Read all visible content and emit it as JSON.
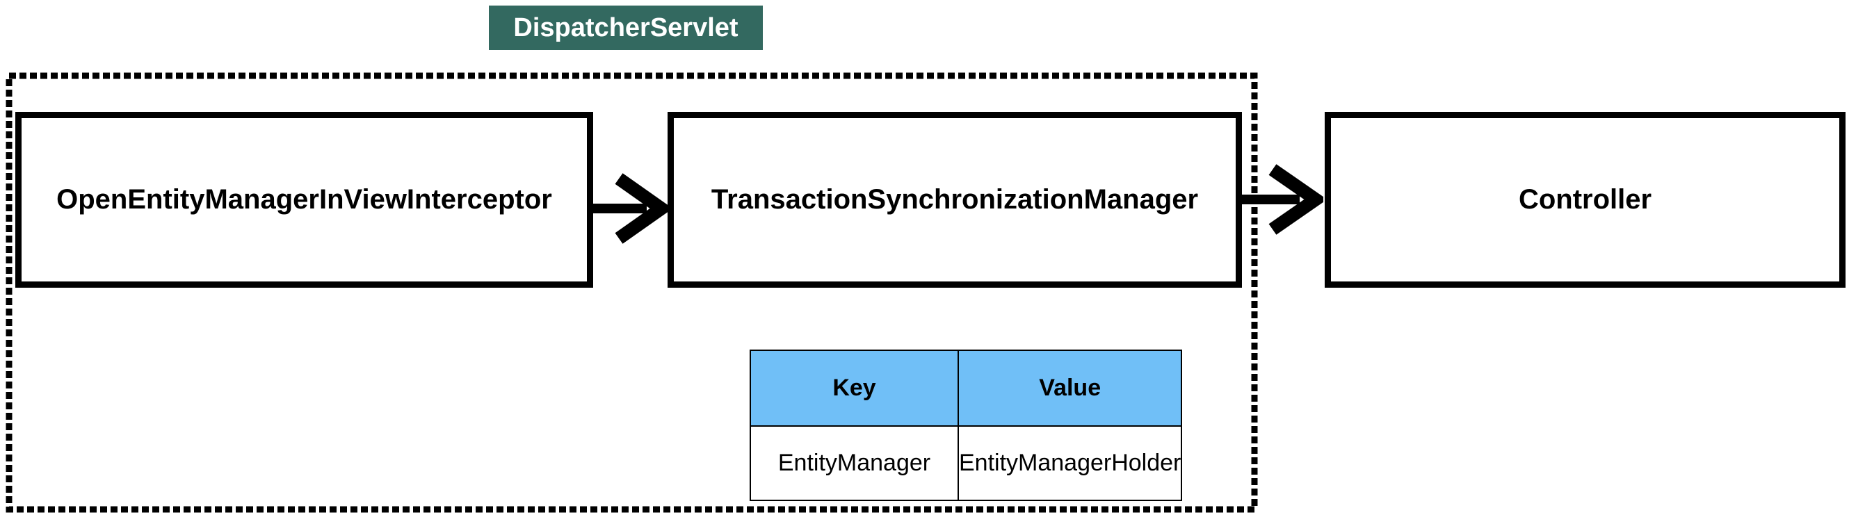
{
  "diagram": {
    "title_badge": {
      "label": "DispatcherServlet",
      "bg_color": "#336960",
      "text_color": "#ffffff"
    },
    "boundary": {
      "style": "dashed",
      "color": "#000000"
    },
    "flow": {
      "boxes": [
        {
          "id": "open-entity-manager-in-view-interceptor",
          "label": "OpenEntityManagerInViewInterceptor"
        },
        {
          "id": "transaction-synchronization-manager",
          "label": "TransactionSynchronizationManager"
        },
        {
          "id": "controller",
          "label": "Controller"
        }
      ],
      "arrows": [
        {
          "from": "OpenEntityManagerInViewInterceptor",
          "to": "TransactionSynchronizationManager"
        },
        {
          "from": "TransactionSynchronizationManager",
          "to": "Controller"
        }
      ]
    },
    "binding_table": {
      "headers": [
        "Key",
        "Value"
      ],
      "rows": [
        [
          "EntityManager",
          "EntityManagerHolder"
        ]
      ],
      "header_bg": "#70BFF7",
      "border_color": "#000000"
    },
    "colors": {
      "badge_teal": "#336960",
      "table_header_blue": "#70BFF7",
      "line_black": "#000000",
      "background": "#ffffff"
    }
  }
}
